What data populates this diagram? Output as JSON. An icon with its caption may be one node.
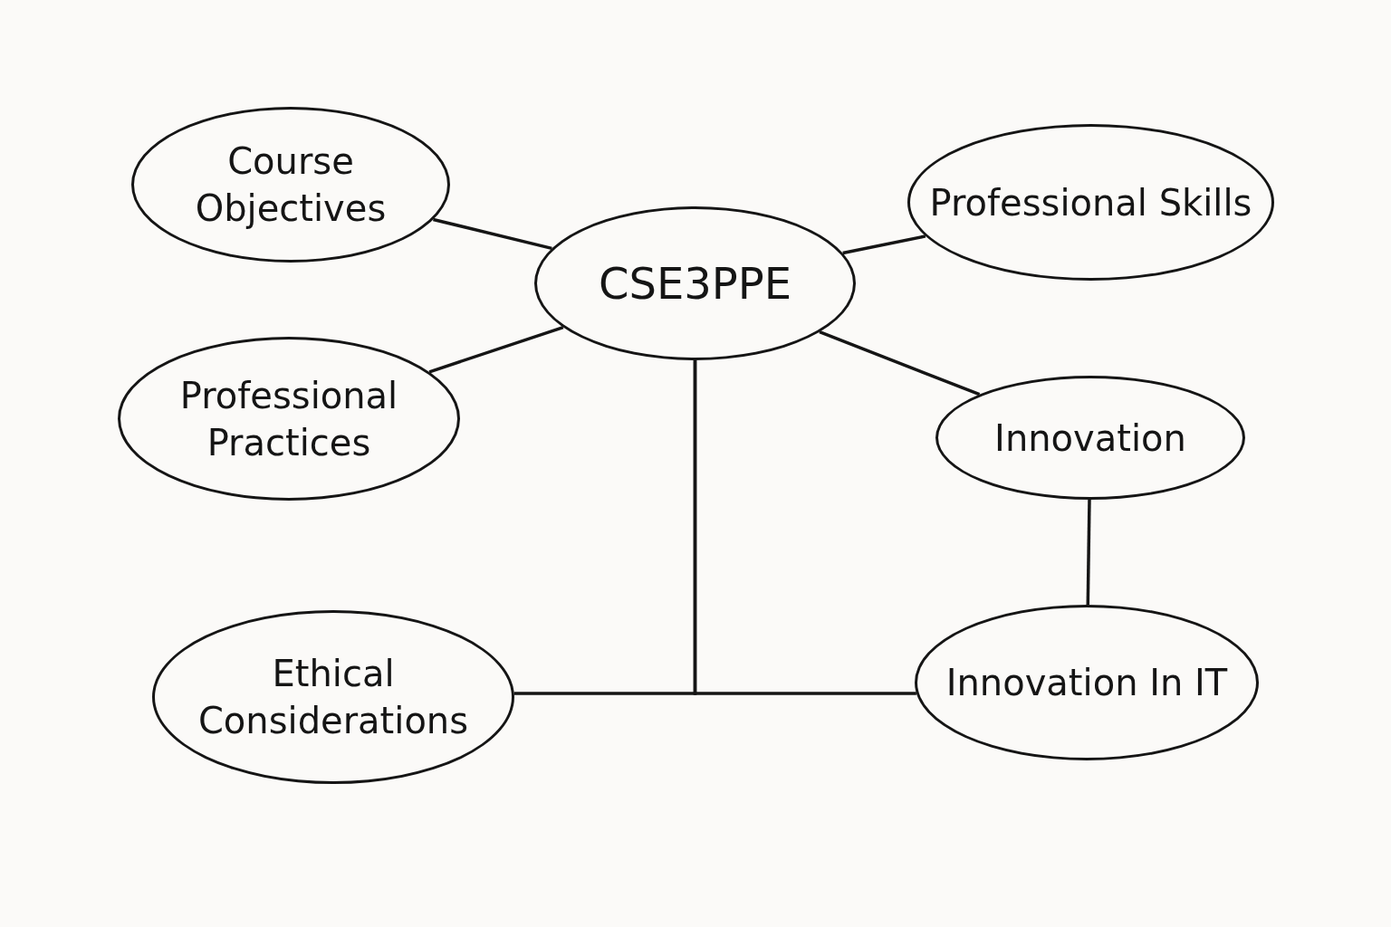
{
  "diagram": {
    "nodes": [
      {
        "text": [
          "CSE3PPE"
        ]
      },
      {
        "text": [
          "Course Objectives"
        ]
      },
      {
        "text": [
          "Professional Skills"
        ]
      },
      {
        "text": [
          "Professional Practices"
        ]
      },
      {
        "text": [
          "Innovation"
        ]
      },
      {
        "text": [
          "Ethical Considerations"
        ]
      },
      {
        "text": [
          "Innovation In IT"
        ]
      }
    ],
    "edges": [
      {
        "from": 0,
        "to": 1,
        "arrow": "none"
      },
      {
        "from": 0,
        "to": 2,
        "arrow": "none"
      },
      {
        "from": 0,
        "to": 3,
        "arrow": "none"
      },
      {
        "from": 0,
        "to": 4,
        "arrow": "none"
      },
      {
        "from": 4,
        "to": 6,
        "arrow": "none"
      },
      {
        "from": 0,
        "to": 5,
        "arrow": "none"
      },
      {
        "from": 0,
        "to": 6,
        "arrow": "none"
      }
    ]
  }
}
